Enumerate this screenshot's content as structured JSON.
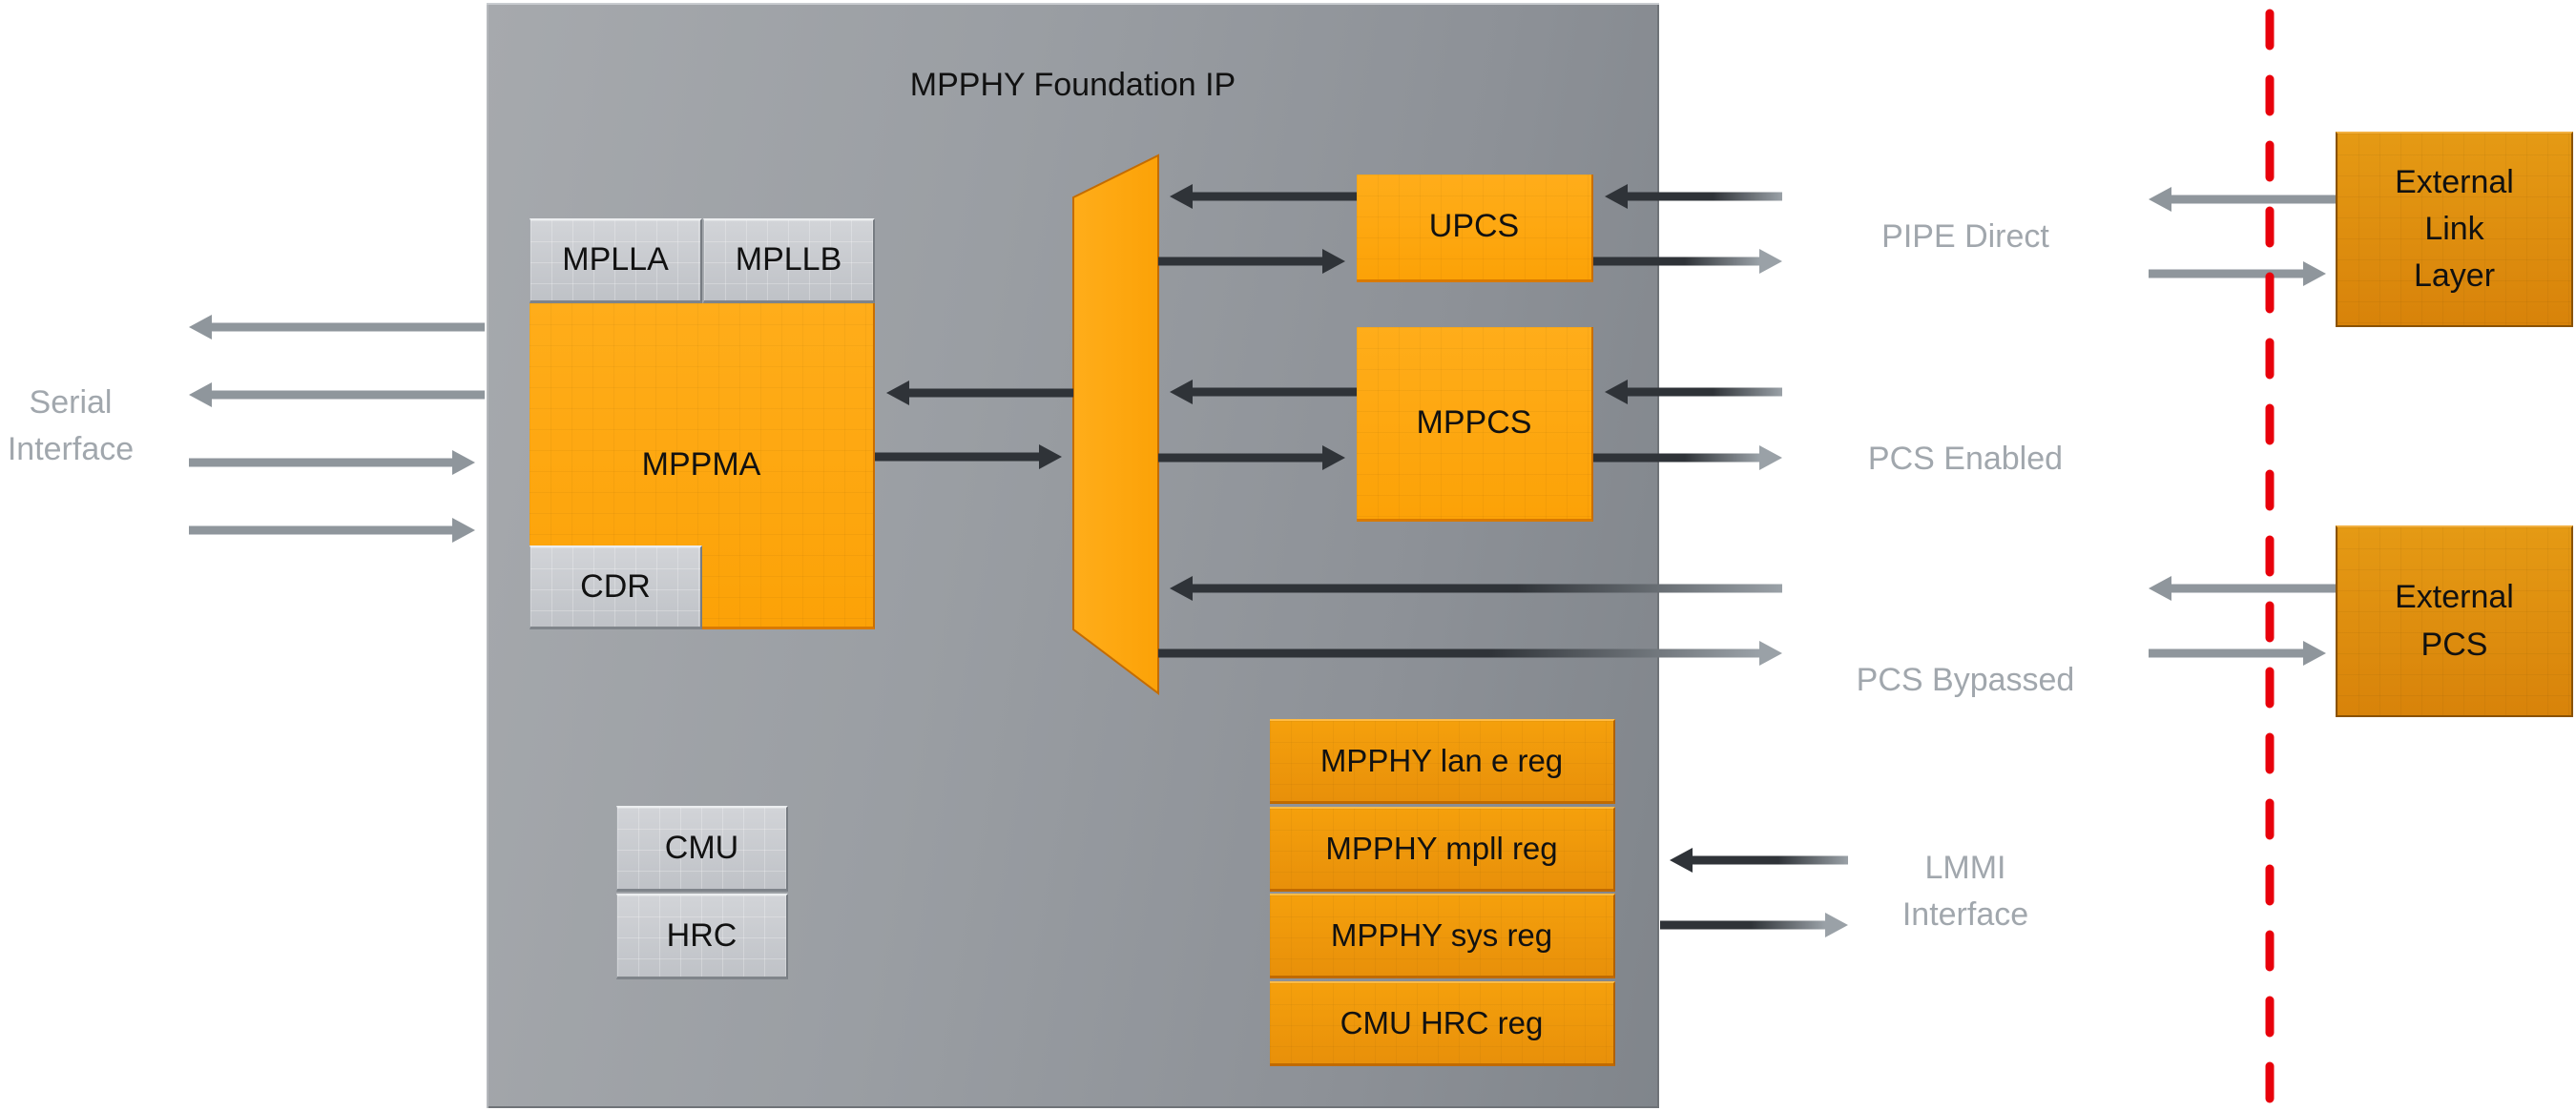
{
  "title": "MPPHY Foundation IP",
  "blocks": {
    "mplla": "MPLLA",
    "mpllb": "MPLLB",
    "mppma": "MPPMA",
    "cdr": "CDR",
    "cmu": "CMU",
    "hrc": "HRC",
    "upcs": "UPCS",
    "mppcs": "MPPCS",
    "mux": "",
    "regs": [
      "MPPHY lan e reg",
      "MPPHY mpll reg",
      "MPPHY sys reg",
      "CMU HRC reg"
    ]
  },
  "external": {
    "link_layer": [
      "External",
      "Link",
      "Layer"
    ],
    "pcs": [
      "External",
      "PCS"
    ]
  },
  "interfaces": {
    "serial": [
      "Serial",
      "Interface"
    ],
    "pipe_direct": "PIPE Direct",
    "pcs_enabled": "PCS Enabled",
    "pcs_bypassed": "PCS Bypassed",
    "lmmi": [
      "LMMI",
      "Interface"
    ]
  },
  "colors": {
    "orange": "#fca207",
    "external_orange": "#d8830a",
    "gray_block": "#c8cace",
    "foundation_gray": "#969a9f",
    "arrow_dark": "#2f3338",
    "arrow_light": "#8f969c",
    "boundary_red": "#e8000b",
    "label_gray": "#a1a7ad"
  }
}
